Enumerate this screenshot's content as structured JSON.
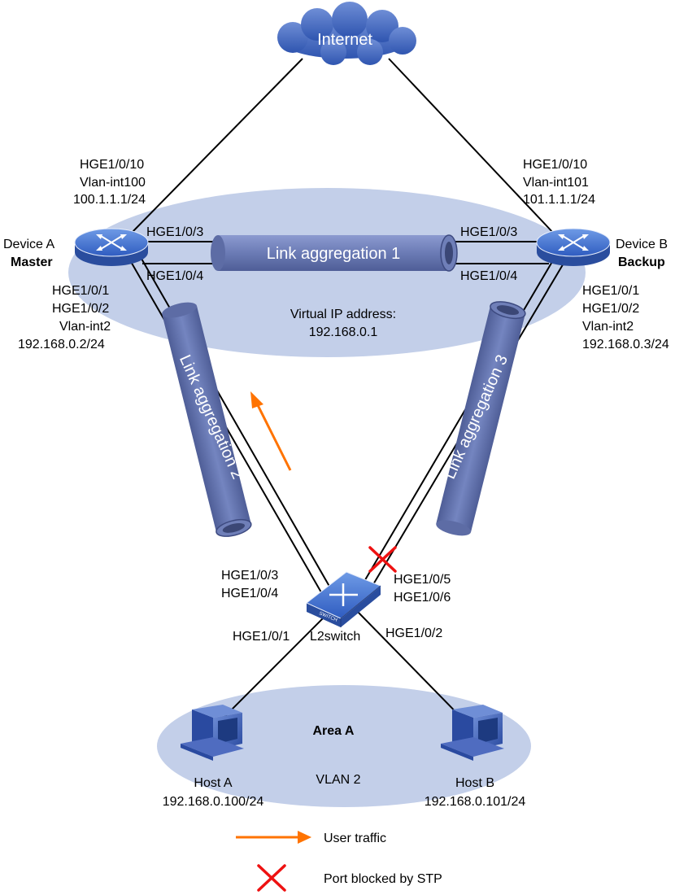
{
  "internet": {
    "label": "Internet"
  },
  "device_a": {
    "name": "Device A",
    "role": "Master",
    "uplink": [
      "HGE1/0/10",
      "Vlan-int100",
      "100.1.1.1/24"
    ],
    "agg1_ports": [
      "HGE1/0/3",
      "HGE1/0/4"
    ],
    "downlink": [
      "HGE1/0/1",
      "HGE1/0/2",
      "Vlan-int2",
      "192.168.0.2/24"
    ]
  },
  "device_b": {
    "name": "Device B",
    "role": "Backup",
    "uplink": [
      "HGE1/0/10",
      "Vlan-int101",
      "101.1.1.1/24"
    ],
    "agg1_ports": [
      "HGE1/0/3",
      "HGE1/0/4"
    ],
    "downlink": [
      "HGE1/0/1",
      "HGE1/0/2",
      "Vlan-int2",
      "192.168.0.3/24"
    ]
  },
  "links": {
    "agg1": "Link aggregation 1",
    "agg2": "Link aggregation 2",
    "agg3": "Link aggregation 3"
  },
  "virtual_ip": {
    "label": "Virtual IP address:",
    "address": "192.168.0.1"
  },
  "switch": {
    "name": "L2switch",
    "badge": "SWITCH",
    "ports_left": [
      "HGE1/0/3",
      "HGE1/0/4"
    ],
    "ports_right": [
      "HGE1/0/5",
      "HGE1/0/6"
    ],
    "port_host_a": "HGE1/0/1",
    "port_host_b": "HGE1/0/2"
  },
  "area": {
    "name": "Area A",
    "vlan": "VLAN 2"
  },
  "host_a": {
    "name": "Host A",
    "ip": "192.168.0.100/24"
  },
  "host_b": {
    "name": "Host B",
    "ip": "192.168.0.101/24"
  },
  "legend": {
    "user_traffic": "User traffic",
    "blocked": "Port blocked by STP"
  },
  "colors": {
    "ellipse": "#c3cfe9",
    "tube": "#6f7fb8",
    "router": "#3e6ecb",
    "traffic": "#ff7300",
    "blocked": "#ee1111"
  }
}
